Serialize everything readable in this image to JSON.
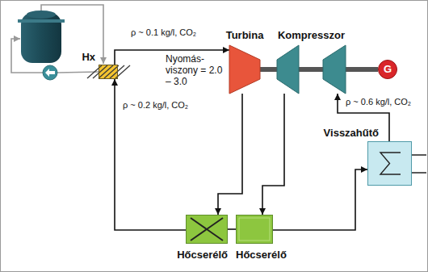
{
  "diagram": {
    "nodes": [
      {
        "text": [
          "Hx"
        ]
      },
      {
        "text": [
          "Turbina"
        ]
      },
      {
        "text": [
          "Kompresszor"
        ]
      },
      {
        "text": [
          "G"
        ]
      },
      {
        "text": [
          "Visszahűtő"
        ]
      },
      {
        "text": [
          "Hőcserélő"
        ]
      },
      {
        "text": [
          "Hőcserélő"
        ]
      }
    ],
    "edges": [
      {
        "from": 0,
        "to": 1,
        "arrow": "to",
        "label": "ρ ~ 0.1 kg/l, CO₂"
      },
      {
        "from": 1,
        "to": 5,
        "arrow": "to"
      },
      {
        "from": 2,
        "to": 6,
        "arrow": "to"
      },
      {
        "from": 6,
        "to": 4,
        "arrow": "to"
      },
      {
        "from": 4,
        "to": 2,
        "arrow": "to",
        "label": "ρ ~ 0.6 kg/l, CO₂"
      },
      {
        "from": 5,
        "to": 0,
        "arrow": "to",
        "label": "ρ ~ 0.2 kg/l, CO₂"
      },
      {
        "from": 5,
        "to": 6,
        "arrow": "none"
      },
      {
        "from": 1,
        "to": 2,
        "arrow": "none"
      },
      {
        "from": 2,
        "to": 3,
        "arrow": "none"
      }
    ],
    "labels": [
      "Nyomás- viszony = 2.0 – 3.0"
    ]
  }
}
